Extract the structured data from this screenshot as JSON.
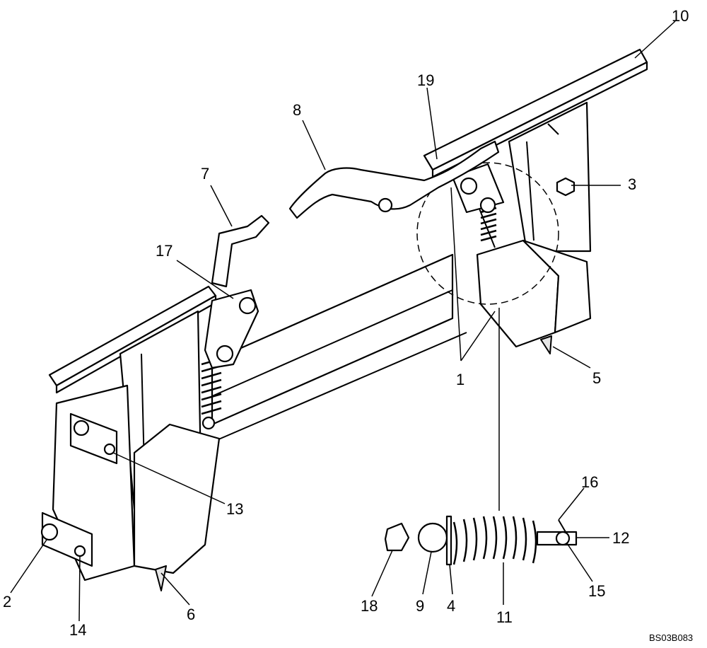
{
  "callouts": {
    "c1": "1",
    "c2": "2",
    "c3": "3",
    "c4": "4",
    "c5": "5",
    "c6": "6",
    "c7": "7",
    "c8": "8",
    "c9": "9",
    "c10": "10",
    "c11": "11",
    "c12": "12",
    "c13": "13",
    "c14": "14",
    "c15": "15",
    "c16": "16",
    "c17": "17",
    "c18": "18",
    "c19": "19"
  },
  "drawing_code": "BS03B083"
}
